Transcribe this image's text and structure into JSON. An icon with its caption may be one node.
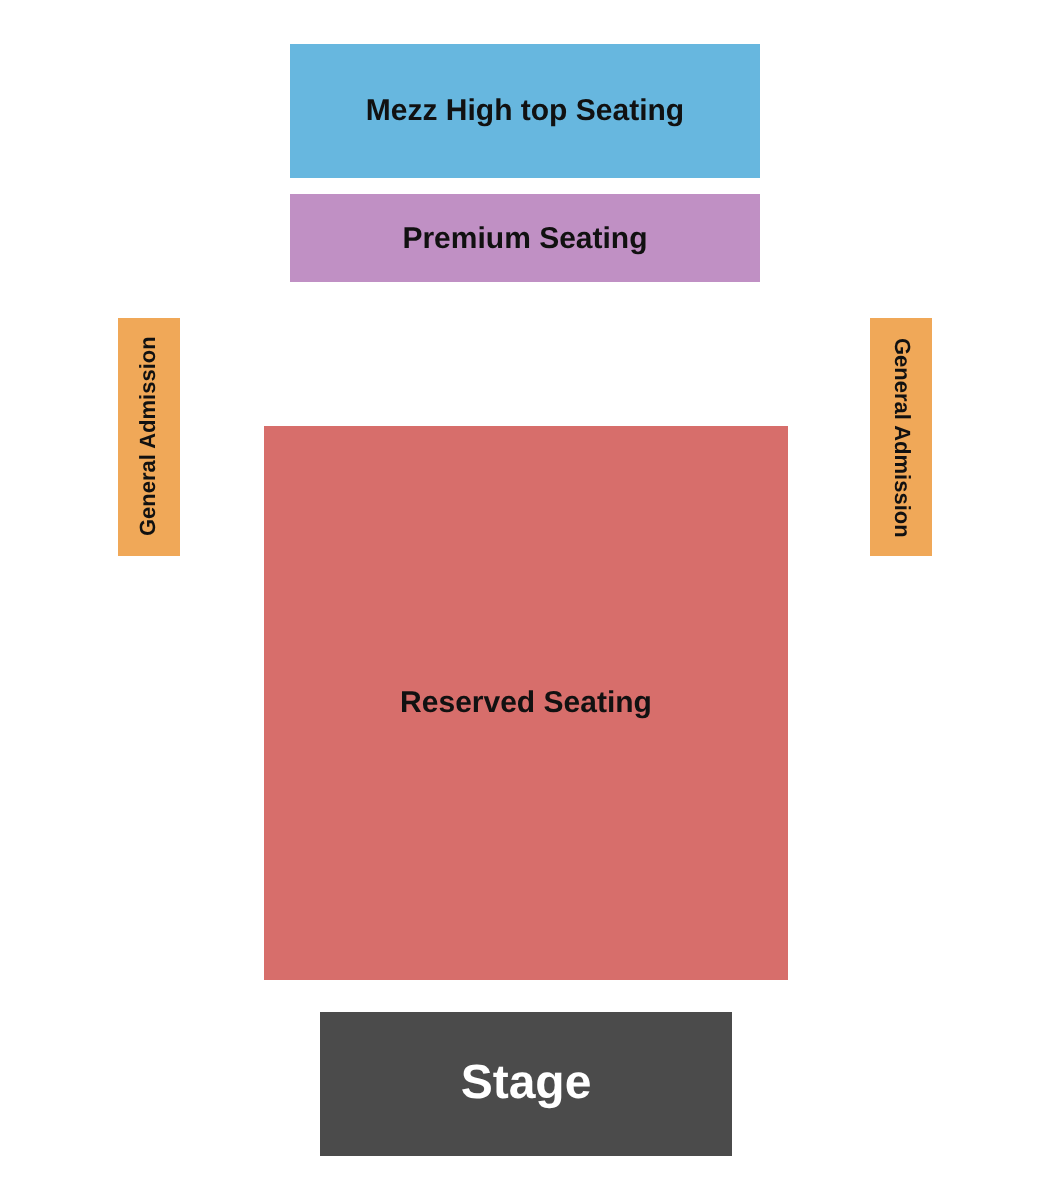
{
  "diagram": {
    "nodes": [
      {
        "text": [
          "Mezz High top Seating"
        ]
      },
      {
        "text": [
          "Premium Seating"
        ]
      },
      {
        "text": [
          "General Admission"
        ]
      },
      {
        "text": [
          "General Admission"
        ]
      },
      {
        "text": [
          "Reserved Seating"
        ]
      },
      {
        "text": [
          "Stage"
        ]
      }
    ]
  }
}
